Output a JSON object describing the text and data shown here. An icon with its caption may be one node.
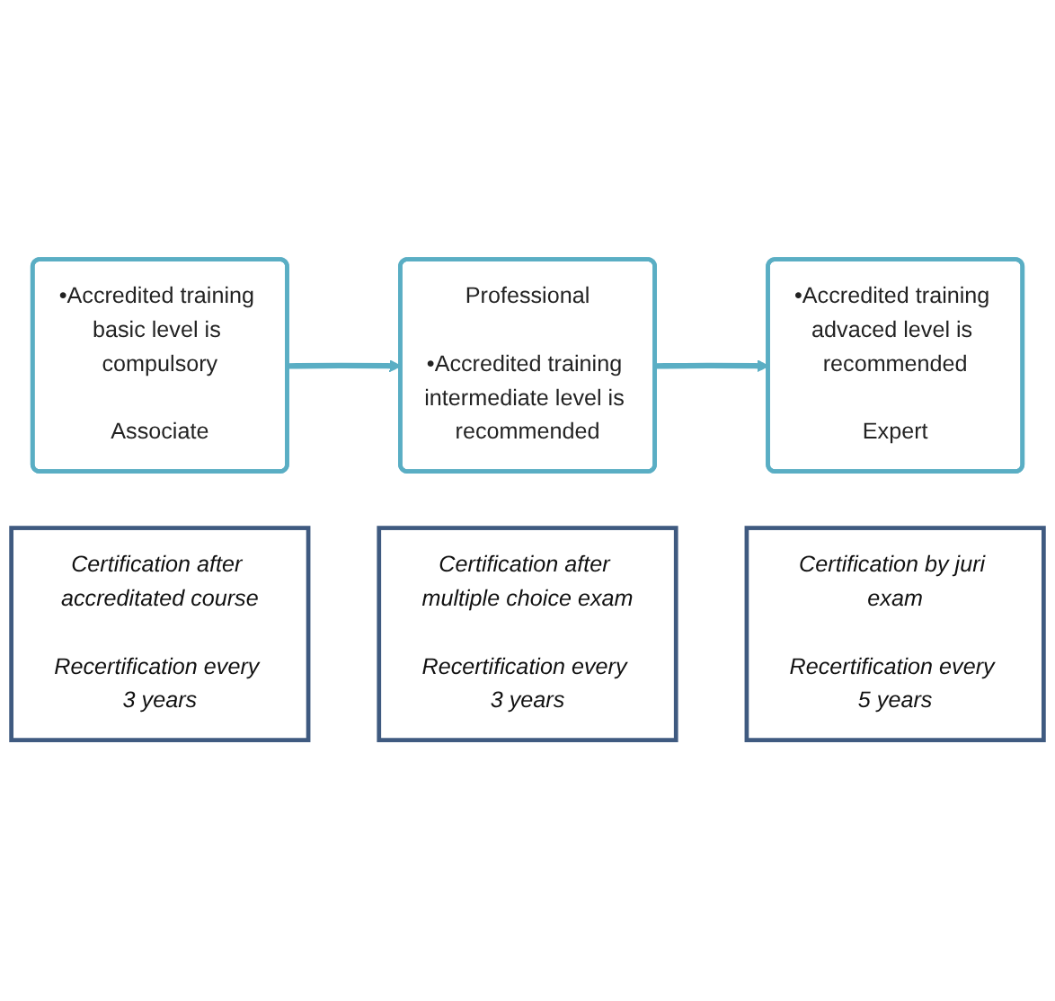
{
  "diagram": {
    "nodes": [
      {
        "text": [
          "•Accredited training basic level is compulsory",
          "Associate"
        ]
      },
      {
        "text": [
          "Professional",
          "•Accredited training intermediate level is recommended"
        ]
      },
      {
        "text": [
          "•Accredited training advaced level is recommended",
          "Expert"
        ]
      },
      {
        "text": [
          "Certification after accreditated course",
          "Recertification every 3 years"
        ]
      },
      {
        "text": [
          "Certification after multiple choice exam",
          "Recertification every 3 years"
        ]
      },
      {
        "text": [
          "Certification by juri exam",
          "Recertification every 5 years"
        ]
      }
    ],
    "edges": [
      {
        "from": 0,
        "to": 1,
        "arrow": "to"
      },
      {
        "from": 1,
        "to": 2,
        "arrow": "to"
      }
    ]
  }
}
